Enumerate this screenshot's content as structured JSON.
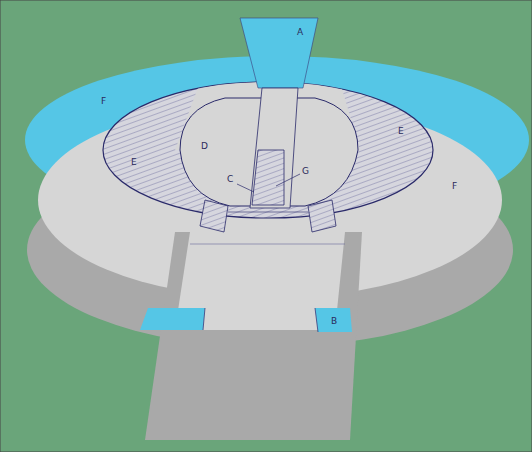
{
  "diagram": {
    "labels": [
      "A",
      "F",
      "E",
      "E",
      "D",
      "C",
      "G",
      "F",
      "B"
    ]
  }
}
